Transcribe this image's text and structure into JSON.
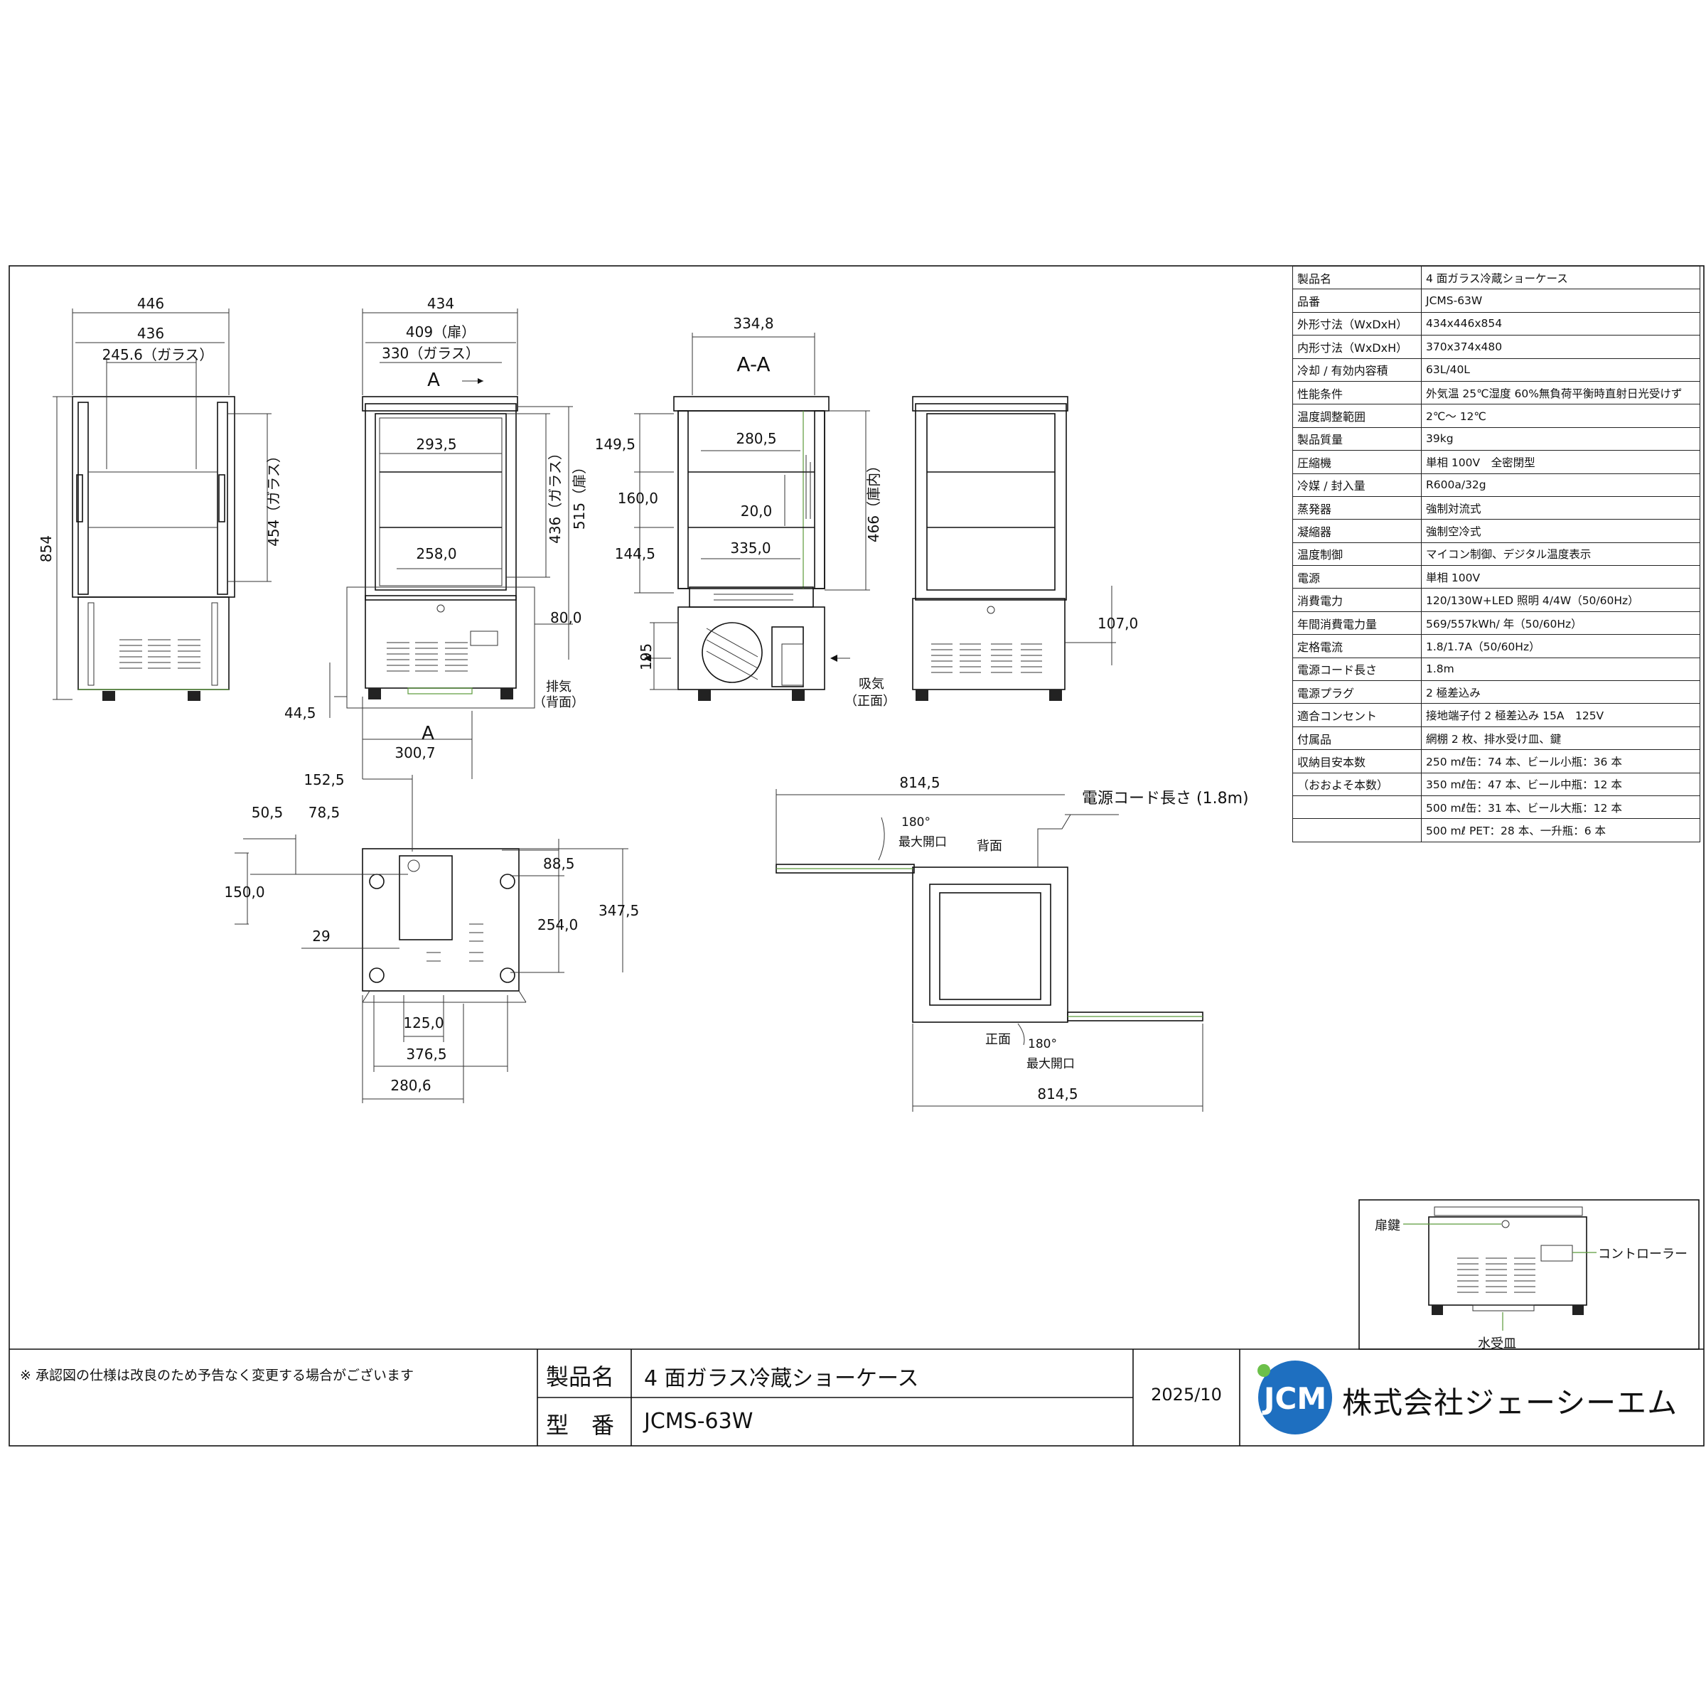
{
  "views": {
    "side": {
      "d_446": "446",
      "d_436": "436",
      "d_glass_w": "245.6（ガラス）",
      "d_glass_h": "454（ガラス）",
      "d_854": "854"
    },
    "front": {
      "d_434": "434",
      "d_door": "409（扉）",
      "d_glass": "330（ガラス）",
      "sec_a": "A",
      "d_shelf1": "293,5",
      "d_shelf2": "258,0",
      "d_glass_h": "436（ガラス）",
      "d_door_h": "515（扉）",
      "d_80": "80,0",
      "d_44": "44,5",
      "d_300": "300,7",
      "exhaust": "排気",
      "exhaust_sub": "（背面）"
    },
    "section": {
      "title": "A-A",
      "d_334": "334,8",
      "d_149": "149,5",
      "d_160": "160,0",
      "d_144": "144,5",
      "d_280": "280,5",
      "d_20": "20,0",
      "d_335": "335,0",
      "d_466": "466（庫内）",
      "d_195": "195",
      "intake": "吸気",
      "intake_sub": "（正面）"
    },
    "back": {
      "d_107": "107,0"
    },
    "bottom": {
      "d_152": "152,5",
      "d_50": "50,5",
      "d_78": "78,5",
      "d_150": "150,0",
      "d_29": "29",
      "d_88": "88,5",
      "d_254": "254,0",
      "d_347": "347,5",
      "d_125": "125,0",
      "d_376": "376,5",
      "d_280": "280,6"
    },
    "top": {
      "d_814_top": "814,5",
      "d_814_bottom": "814,5",
      "cord": "電源コード長さ (1.8m)",
      "deg_1": "180°",
      "max_open_1": "最大開口",
      "back_label": "背面",
      "front_label": "正面",
      "deg_2": "180°",
      "max_open_2": "最大開口"
    },
    "detail": {
      "door_key": "扉鍵",
      "controller": "コントローラー",
      "drip_tray": "水受皿"
    }
  },
  "spec": [
    {
      "k": "製品名",
      "v": "4 面ガラス冷蔵ショーケース"
    },
    {
      "k": "品番",
      "v": "JCMS-63W"
    },
    {
      "k": "外形寸法（WxDxH）",
      "v": "434x446x854"
    },
    {
      "k": "内形寸法（WxDxH）",
      "v": "370x374x480"
    },
    {
      "k": "冷却 / 有効内容積",
      "v": "63L/40L"
    },
    {
      "k": "性能条件",
      "v": "外気温 25℃湿度 60%無負荷平衡時直射日光受けず"
    },
    {
      "k": "温度調整範囲",
      "v": "2℃～ 12℃"
    },
    {
      "k": "製品質量",
      "v": "39kg"
    },
    {
      "k": "圧縮機",
      "v": "単相 100V　全密閉型"
    },
    {
      "k": "冷媒 / 封入量",
      "v": "R600a/32g"
    },
    {
      "k": "蒸発器",
      "v": "強制対流式"
    },
    {
      "k": "凝縮器",
      "v": "強制空冷式"
    },
    {
      "k": "温度制御",
      "v": "マイコン制御、デジタル温度表示"
    },
    {
      "k": "電源",
      "v": "単相 100V"
    },
    {
      "k": "消費電力",
      "v": "120/130W+LED 照明 4/4W（50/60Hz）"
    },
    {
      "k": "年間消費電力量",
      "v": "569/557kWh/ 年（50/60Hz）"
    },
    {
      "k": "定格電流",
      "v": "1.8/1.7A（50/60Hz）"
    },
    {
      "k": "電源コード長さ",
      "v": "1.8m"
    },
    {
      "k": "電源プラグ",
      "v": "2 極差込み"
    },
    {
      "k": "適合コンセント",
      "v": "接地端子付 2 極差込み 15A　125V"
    },
    {
      "k": "付属品",
      "v": "網棚 2 枚、排水受け皿、鍵"
    },
    {
      "k": "収納目安本数",
      "v": "250 mℓ缶：74 本、ビール小瓶：36 本"
    },
    {
      "k": "（おおよそ本数）",
      "v": "350 mℓ缶：47 本、ビール中瓶：12 本"
    },
    {
      "k": "",
      "v": "500 mℓ缶：31 本、ビール大瓶：12 本"
    },
    {
      "k": "",
      "v": "500 mℓ PET：28 本、一升瓶：6 本"
    }
  ],
  "title_block": {
    "note": "※ 承認図の仕様は改良のため予告なく変更する場合がございます",
    "name_label": "製品名",
    "name_value": "4 面ガラス冷蔵ショーケース",
    "model_label": "型　番",
    "model_value": "JCMS-63W",
    "date": "2025/10",
    "logo_text": "JCM",
    "company": "株式会社ジェーシーエム"
  },
  "colors": {
    "line": "#111111",
    "accent_green": "#5a9a3a",
    "logo_blue": "#1e6fc0",
    "logo_green": "#6cc04a"
  }
}
